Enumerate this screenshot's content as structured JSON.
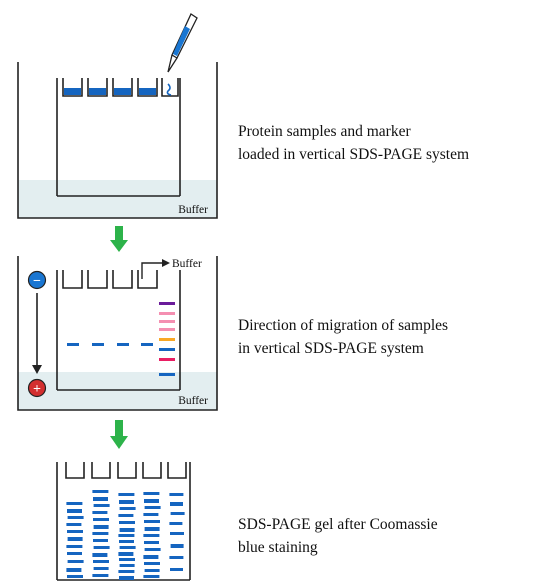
{
  "steps": [
    {
      "caption_line1": "Protein samples and marker",
      "caption_line2": "loaded in vertical SDS-PAGE system",
      "buffer_label": "Buffer"
    },
    {
      "caption_line1": "Direction of migration of samples",
      "caption_line2": "in vertical SDS-PAGE system",
      "buffer_label_top": "Buffer",
      "buffer_label_bottom": "Buffer",
      "cathode_symbol": "−",
      "anode_symbol": "+"
    },
    {
      "caption_line1": "SDS-PAGE gel after Coomassie",
      "caption_line2": "blue staining"
    }
  ],
  "colors": {
    "sample_blue": "#1565c0",
    "marker_purple": "#6a1b9a",
    "marker_pink": "#f48fb1",
    "marker_orange": "#f9a825",
    "marker_magenta": "#e91e63",
    "arrow_green": "#2db34a",
    "cathode_blue": "#1976d2",
    "anode_red": "#d32f2f",
    "buffer_fill": "#e3eef0"
  }
}
